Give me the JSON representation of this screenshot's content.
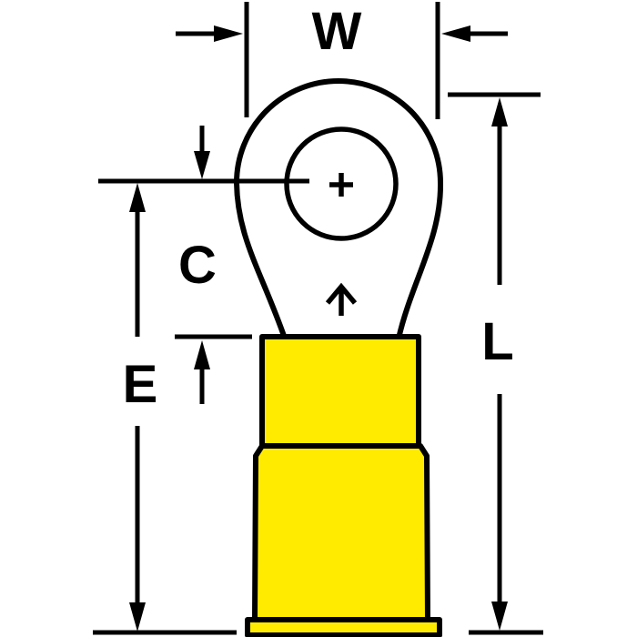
{
  "diagram": {
    "type": "ring-terminal-dimension-drawing",
    "labels": {
      "w": "W",
      "c": "C",
      "e": "E",
      "l": "L"
    },
    "markers": {
      "hole_center": "+",
      "wire_direction": "↑"
    },
    "colors": {
      "insulation": "#FFEB00",
      "line": "#000000",
      "background": "#FFFFFF"
    }
  }
}
